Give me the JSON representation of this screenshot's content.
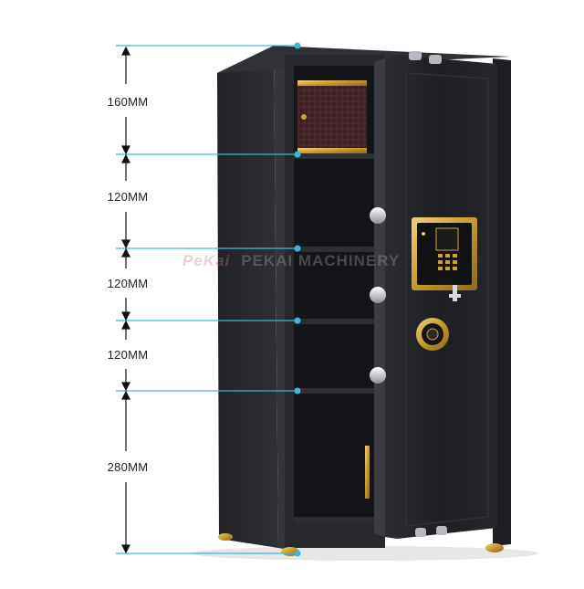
{
  "image": {
    "subject": "Black steel safe with open door showing shelves, gold digital keypad and combination dial",
    "colors": {
      "body": "#1c1d20",
      "body_edge": "#2c2e33",
      "interior": "#15161a",
      "gold": "#c9a233",
      "dimension_line": "#3fb6d8",
      "background": "#ffffff"
    }
  },
  "dimensions": [
    {
      "label": "160MM"
    },
    {
      "label": "120MM"
    },
    {
      "label": "120MM"
    },
    {
      "label": "120MM"
    },
    {
      "label": "280MM"
    }
  ],
  "watermark": {
    "brand": "PeKai",
    "text": "PEKAI MACHINERY"
  }
}
